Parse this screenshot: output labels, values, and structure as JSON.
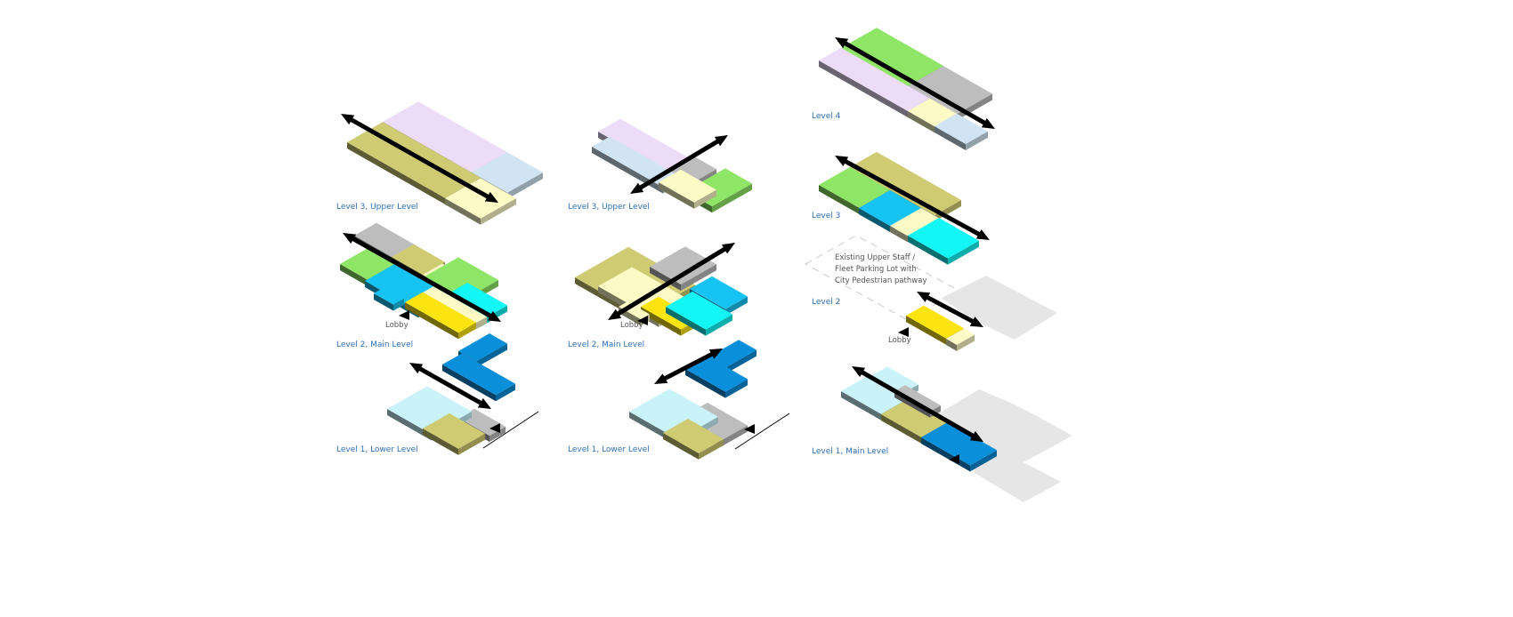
{
  "columns": [
    {
      "labels": {
        "level3": "Level 3, Upper Level",
        "level2": "Level 2, Main Level",
        "level1": "Level 1, Lower Level",
        "lobby": "Lobby"
      }
    },
    {
      "labels": {
        "level3": "Level 3, Upper Level",
        "level2": "Level 2, Main Level",
        "level1": "Level 1, Lower Level",
        "lobby": "Lobby"
      }
    },
    {
      "labels": {
        "level4": "Level 4",
        "level3": "Level 3",
        "level2": "Level 2",
        "level1": "Level 1, Main Level",
        "lobby": "Lobby"
      },
      "note": [
        "Existing Upper Staff /",
        "Fleet Parking Lot with",
        "City Pedestrian pathway"
      ]
    }
  ],
  "palette": {
    "lavender": "#ecdcf8",
    "olive": "#cfcb72",
    "paleyellow": "#fdfac6",
    "lightblue": "#d0e4f3",
    "gray": "#bdbdbd",
    "green": "#8ee566",
    "blue": "#17c3f3",
    "cyan": "#12f7f5",
    "yellow": "#fbe410",
    "darkblue": "#0a8fdb",
    "lightcyan": "#c9f3f9",
    "existing": "#e6e6e6",
    "label": "#2f6fb8",
    "arrow": "#000000"
  }
}
